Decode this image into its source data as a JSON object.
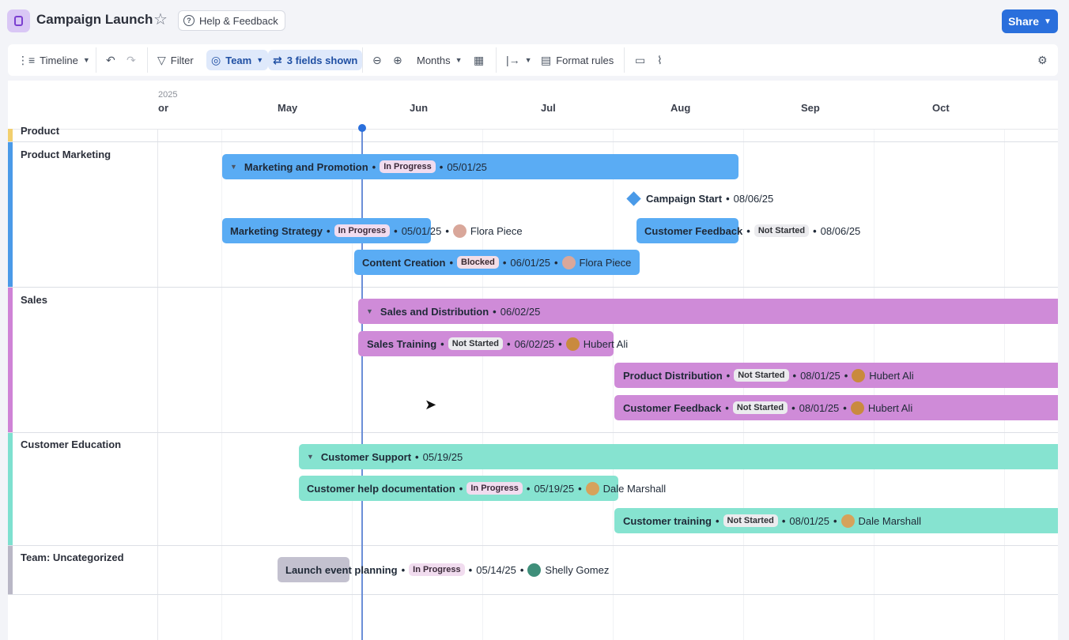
{
  "titlebar": {
    "title": "Campaign Launch",
    "help_label": "Help & Feedback",
    "share_label": "Share"
  },
  "toolbar": {
    "timeline_label": "Timeline",
    "filter_label": "Filter",
    "team_label": "Team",
    "fields_label": "3 fields shown",
    "months_label": "Months",
    "format_rules_label": "Format rules"
  },
  "timeline": {
    "year": "2025",
    "months": [
      "or",
      "May",
      "Jun",
      "Jul",
      "Aug",
      "Sep",
      "Oct"
    ]
  },
  "groups": [
    {
      "label": "Product",
      "color": "#f2cf6e"
    },
    {
      "label": "Product Marketing",
      "color": "#4a9ae8"
    },
    {
      "label": "Sales",
      "color": "#cf83d6"
    },
    {
      "label": "Customer Education",
      "color": "#7ee0cf"
    },
    {
      "label": "Team: Uncategorized",
      "color": "#b9b7c6"
    }
  ],
  "items": [
    {
      "name": "Marketing and Promotion",
      "status": "In Progress",
      "date": "05/01/25",
      "assignee": "",
      "color": "#5aacf4",
      "summary": true
    },
    {
      "name": "Campaign Start",
      "status": "",
      "date": "08/06/25",
      "assignee": "",
      "color": "#4a9ae8",
      "milestone": true
    },
    {
      "name": "Marketing Strategy",
      "status": "In Progress",
      "date": "05/01/25",
      "assignee": "Flora Piece",
      "color": "#5aacf4"
    },
    {
      "name": "Customer Feedback",
      "status": "Not Started",
      "date": "08/06/25",
      "assignee": "",
      "color": "#5aacf4"
    },
    {
      "name": "Content Creation",
      "status": "Blocked",
      "date": "06/01/25",
      "assignee": "Flora Piece",
      "color": "#5aacf4"
    },
    {
      "name": "Sales and Distribution",
      "status": "",
      "date": "06/02/25",
      "assignee": "",
      "color": "#cf8bd8",
      "summary": true
    },
    {
      "name": "Sales Training",
      "status": "Not Started",
      "date": "06/02/25",
      "assignee": "Hubert Ali",
      "color": "#cf8bd8"
    },
    {
      "name": "Product Distribution",
      "status": "Not Started",
      "date": "08/01/25",
      "assignee": "Hubert Ali",
      "color": "#cf8bd8"
    },
    {
      "name": "Customer Feedback",
      "status": "Not Started",
      "date": "08/01/25",
      "assignee": "Hubert Ali",
      "color": "#cf8bd8"
    },
    {
      "name": "Customer Support",
      "status": "",
      "date": "05/19/25",
      "assignee": "",
      "color": "#86e3d0",
      "summary": true
    },
    {
      "name": "Customer help documentation",
      "status": "In Progress",
      "date": "05/19/25",
      "assignee": "Dale Marshall",
      "color": "#86e3d0"
    },
    {
      "name": "Customer training",
      "status": "Not Started",
      "date": "08/01/25",
      "assignee": "Dale Marshall",
      "color": "#86e3d0"
    },
    {
      "name": "Launch event planning",
      "status": "In Progress",
      "date": "05/14/25",
      "assignee": "Shelly Gomez",
      "color": "#c3c1cf"
    }
  ]
}
